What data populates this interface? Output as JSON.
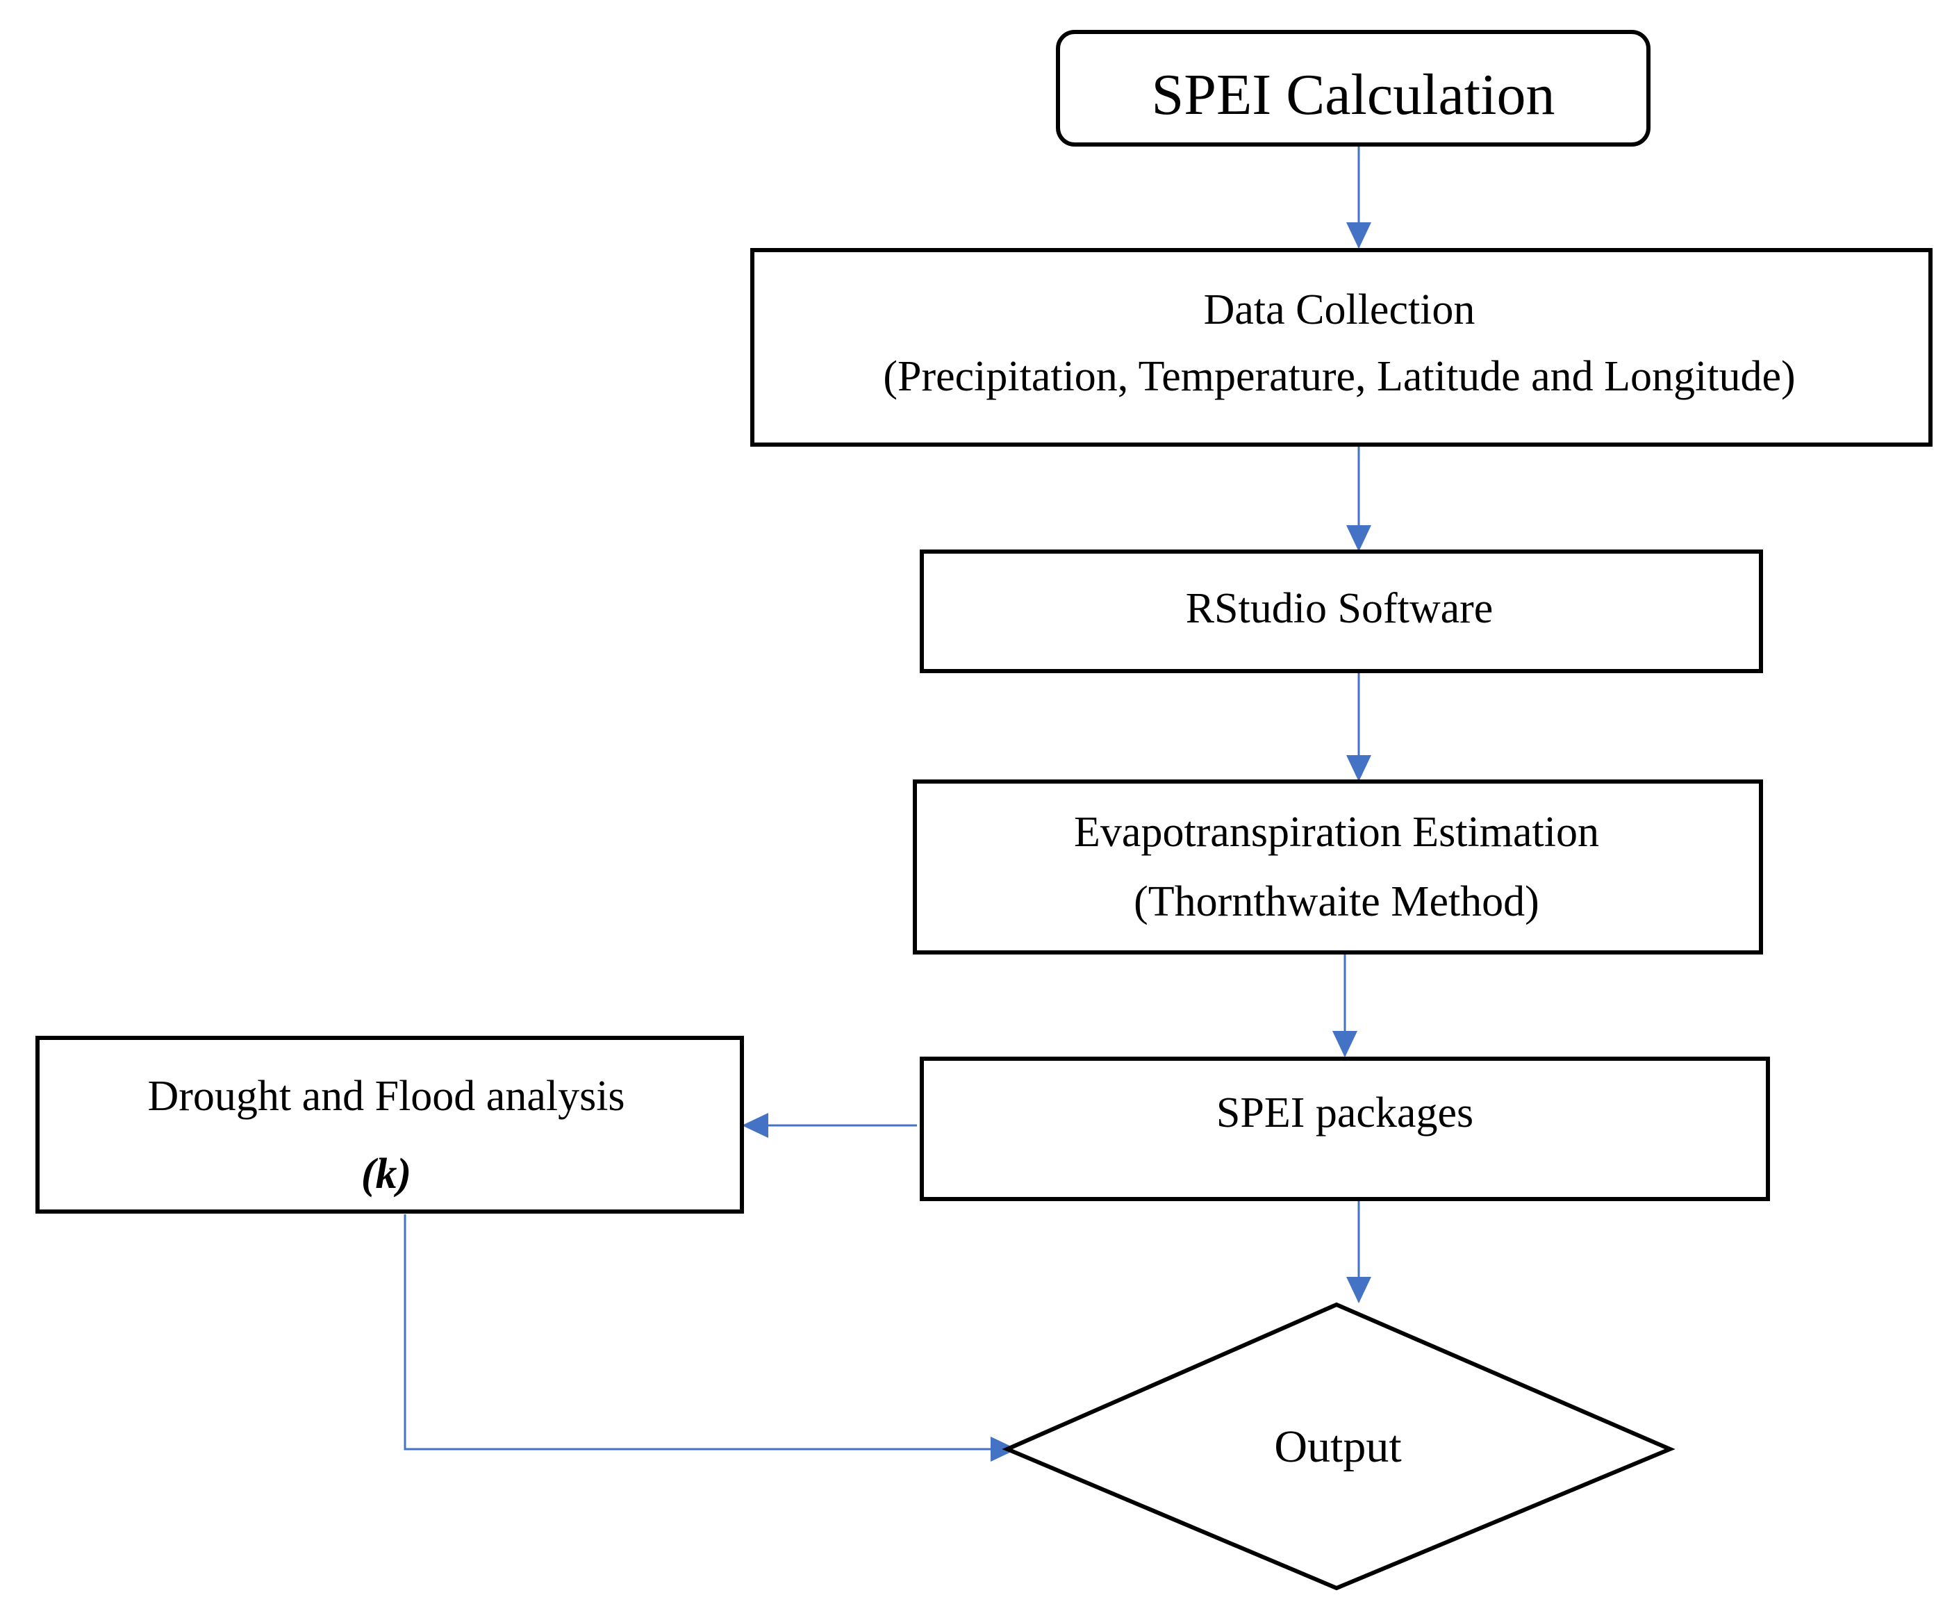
{
  "colors": {
    "connector": "#4472C4",
    "box_border": "#000000",
    "text": "#000000",
    "background": "#ffffff"
  },
  "nodes": {
    "start": {
      "label": "SPEI Calculation"
    },
    "data_collection": {
      "line1": "Data Collection",
      "line2": "(Precipitation, Temperature, Latitude and Longitude)"
    },
    "rstudio": {
      "label": "RStudio Software"
    },
    "evapotranspiration": {
      "line1": "Evapotranspiration Estimation",
      "line2": "(Thornthwaite Method)"
    },
    "spei_packages": {
      "label": "SPEI packages"
    },
    "drought_flood": {
      "line1": "Drought and Flood analysis",
      "line2": "(k)"
    },
    "output": {
      "label": "Output"
    }
  }
}
